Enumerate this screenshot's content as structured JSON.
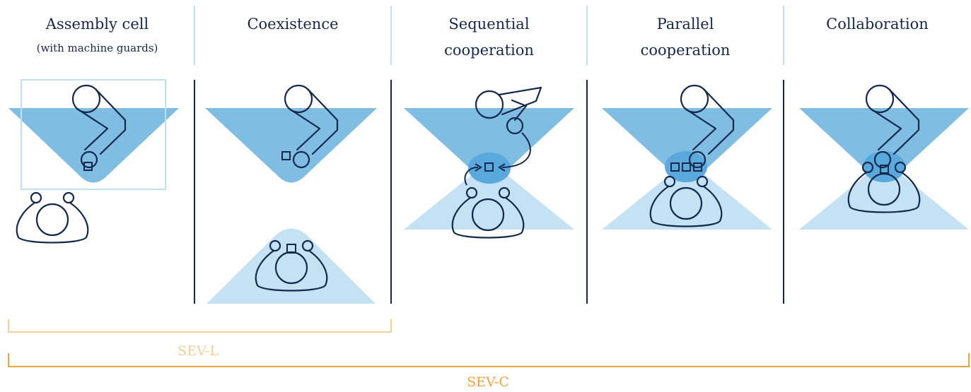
{
  "columns": [
    {
      "title": "Assembly cell",
      "subtitle": "(with machine guards)"
    },
    {
      "title": "Coexistence",
      "subtitle": ""
    },
    {
      "title_line1": "Sequential",
      "title_line2": "cooperation"
    },
    {
      "title_line1": "Parallel",
      "title_line2": "cooperation"
    },
    {
      "title": "Collaboration",
      "subtitle": ""
    }
  ],
  "ranges": {
    "sev_l": {
      "label": "SEV-L",
      "color": "#f7cf94"
    },
    "sev_c": {
      "label": "SEV-C",
      "color": "#f0a33f"
    }
  },
  "colors": {
    "robot_zone": "#7fbde3",
    "human_zone": "#c5e2f5",
    "overlap": "#5aa9dc",
    "line_dark": "#14284b",
    "line_light": "#bfe0f3"
  }
}
